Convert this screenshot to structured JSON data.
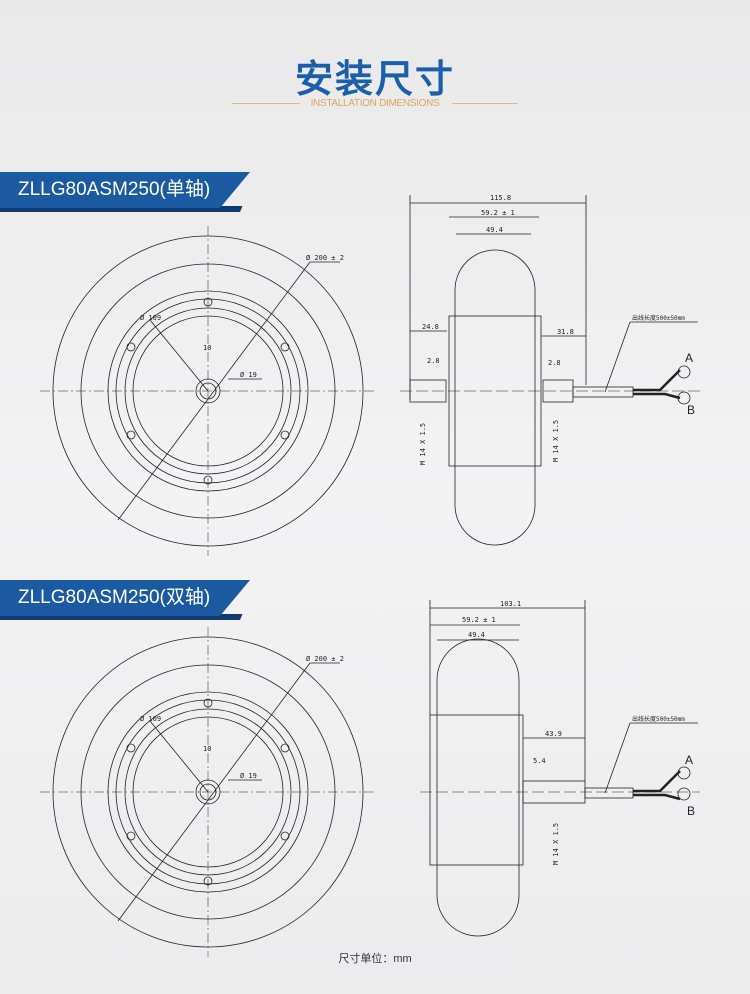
{
  "header": {
    "title": "安装尺寸",
    "subtitle": "INSTALLATION  DIMENSIONS"
  },
  "section1": {
    "model": "ZLLG80ASM250(单轴)",
    "dims": {
      "outer_dia": "Ø 200 ± 2",
      "inner_dia": "Ø 109",
      "key": "10",
      "shaft_dia": "Ø 19",
      "total": "115.8",
      "width_tol": "59.2 ± 1",
      "tire": "49.4",
      "left": "24.8",
      "right": "31.8",
      "gap_l": "2.8",
      "gap_r": "2.8",
      "thread_l": "M 14 X 1.5",
      "thread_r": "M 14 X 1.5",
      "cable": "出线长度500±50mm",
      "conn_a": "A",
      "conn_b": "B"
    }
  },
  "section2": {
    "model": "ZLLG80ASM250(双轴)",
    "dims": {
      "outer_dia": "Ø 200 ± 2",
      "inner_dia": "Ø 109",
      "key": "10",
      "shaft_dia": "Ø 19",
      "total": "103.1",
      "width_tol": "59.2 ± 1",
      "tire": "49.4",
      "right": "43.9",
      "gap_r": "5.4",
      "thread_r": "M 14 X 1.5",
      "cable": "出线长度500±50mm",
      "conn_a": "A",
      "conn_b": "B"
    }
  },
  "footer": {
    "unit": "尺寸单位：mm"
  }
}
